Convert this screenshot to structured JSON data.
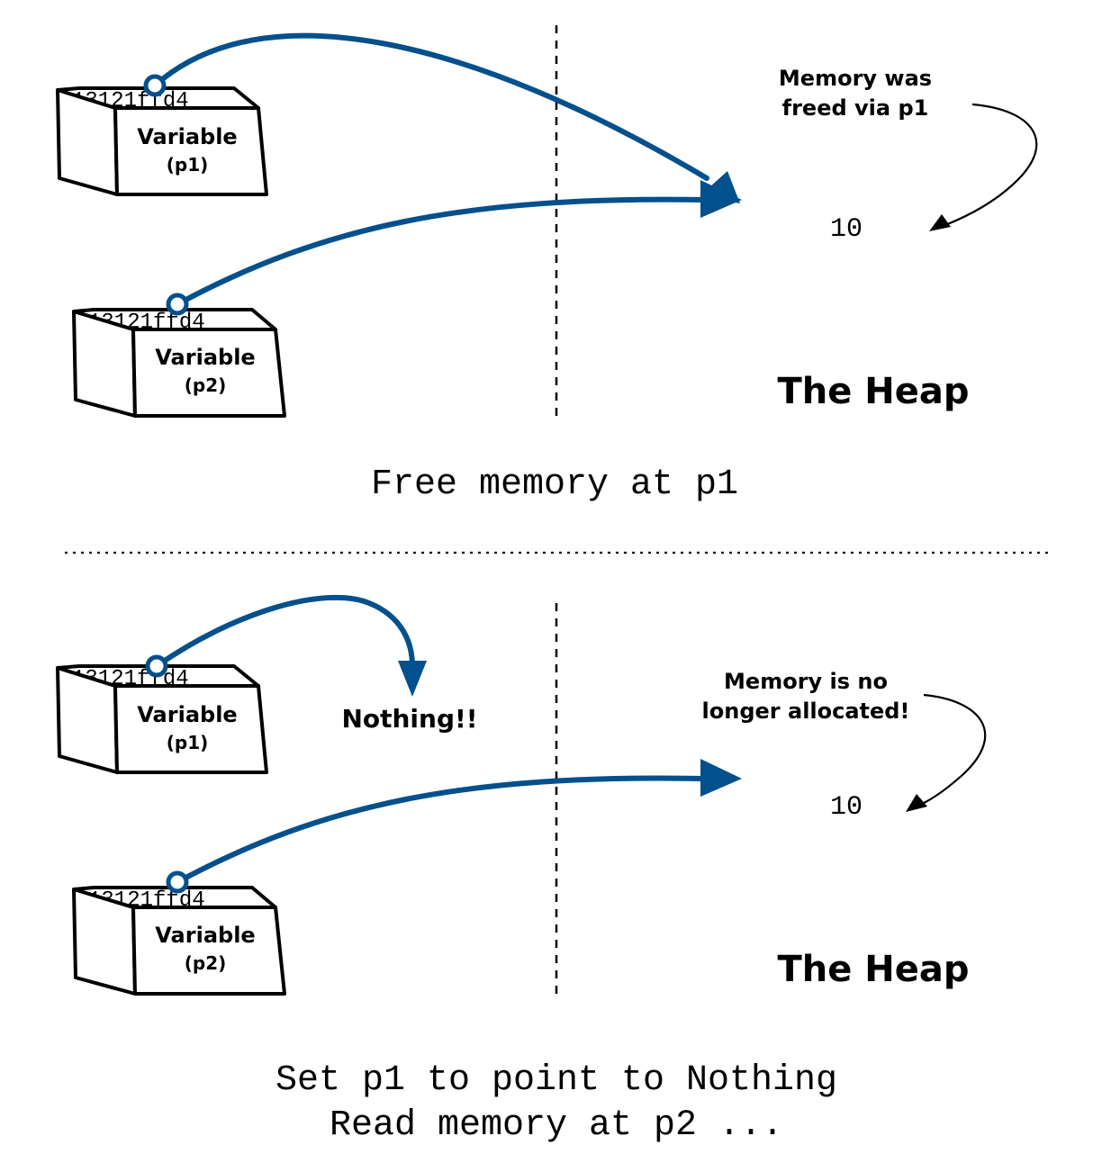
{
  "panels": [
    {
      "var_p1": {
        "label": "Variable",
        "sub": "(p1)",
        "address": "13121ffd4"
      },
      "var_p2": {
        "label": "Variable",
        "sub": "(p2)",
        "address": "13121ffd4"
      },
      "heap_title": "The Heap",
      "heap_value": "10",
      "note_lines": [
        "Memory was",
        "freed via p1"
      ],
      "caption_lines": [
        "Free memory at p1"
      ]
    },
    {
      "var_p1": {
        "label": "Variable",
        "sub": "(p1)",
        "address": "13121ffd4"
      },
      "var_p2": {
        "label": "Variable",
        "sub": "(p2)",
        "address": "13121ffd4"
      },
      "nothing_label": "Nothing!!",
      "heap_title": "The Heap",
      "heap_value": "10",
      "note_lines": [
        "Memory is no",
        "longer allocated!"
      ],
      "caption_lines": [
        "Set p1 to point to Nothing",
        "Read memory at p2 ..."
      ]
    }
  ],
  "colors": {
    "pointer": "#03508c",
    "ink": "#000000"
  }
}
